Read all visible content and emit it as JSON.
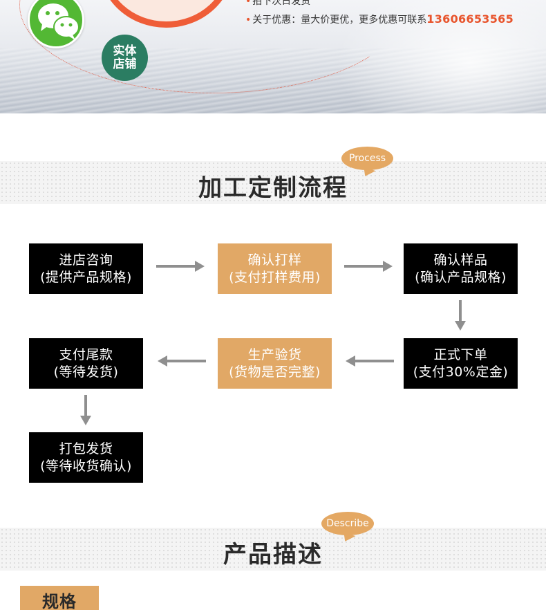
{
  "banner": {
    "store_badge": "实体店铺",
    "clipped_line": "拍下次日发货",
    "offer_text": "关于优惠：量大价更优，更多优惠可联系",
    "offer_phone": "13606653565",
    "bullet": "•"
  },
  "process_section": {
    "title": "加工定制流程",
    "tag": "Process",
    "steps": [
      {
        "line1": "进店咨询",
        "line2": "(提供产品规格)"
      },
      {
        "line1": "确认打样",
        "line2": "(支付打样费用)"
      },
      {
        "line1": "确认样品",
        "line2": "(确认产品规格)"
      },
      {
        "line1": "正式下单",
        "line2": "(支付30%定金)"
      },
      {
        "line1": "生产验货",
        "line2": "(货物是否完整)"
      },
      {
        "line1": "支付尾款",
        "line2": "(等待发货)"
      },
      {
        "line1": "打包发货",
        "line2": "(等待收货确认)"
      }
    ]
  },
  "describe_section": {
    "title": "产品描述",
    "tag": "Describe",
    "spec_label": "规格"
  },
  "colors": {
    "accent_orange": "#ef5d38",
    "tan": "#e1a866",
    "wechat_green": "#53b834",
    "store_green": "#2b7d62"
  },
  "icons": [
    "wechat-icon",
    "arrow-right-icon",
    "arrow-left-icon",
    "arrow-down-icon"
  ]
}
